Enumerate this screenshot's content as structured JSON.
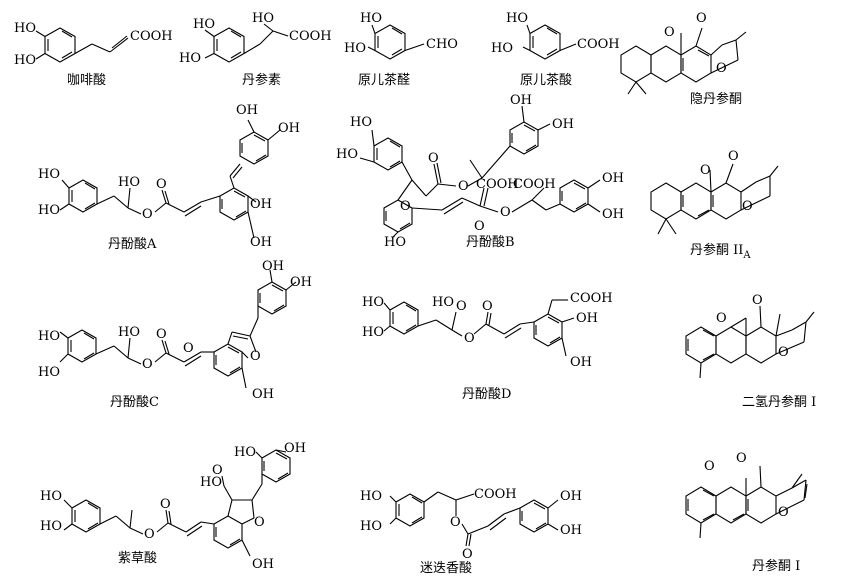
{
  "compounds": [
    {
      "name": "咖啡酸",
      "labels": [
        "HO",
        "HO",
        "COOH"
      ]
    },
    {
      "name": "丹参素",
      "labels": [
        "HO",
        "HO",
        "HO",
        "COOH"
      ]
    },
    {
      "name": "原儿茶醛",
      "labels": [
        "HO",
        "HO",
        "CHO"
      ]
    },
    {
      "name": "原儿茶酸",
      "labels": [
        "HO",
        "HO",
        "COOH"
      ]
    },
    {
      "name": "隐丹参酮",
      "labels": [
        "O",
        "O",
        "O"
      ]
    },
    {
      "name": "丹酚酸A",
      "labels": [
        "OH",
        "OH",
        "HO",
        "HO",
        "HO",
        "O",
        "O",
        "OH",
        "OH"
      ]
    },
    {
      "name": "丹酚酸B",
      "labels": [
        "HO",
        "HO",
        "OH",
        "OH",
        "O",
        "O",
        "O",
        "COOH",
        "COOH",
        "OH",
        "OH",
        "O",
        "O",
        "HO"
      ]
    },
    {
      "name": "丹参酮 II",
      "subscript": "A",
      "labels": [
        "O",
        "O",
        "O"
      ]
    },
    {
      "name": "丹酚酸C",
      "labels": [
        "OH",
        "OH",
        "HO",
        "HO",
        "HO",
        "O",
        "O",
        "O",
        "O",
        "OH"
      ]
    },
    {
      "name": "丹酚酸D",
      "labels": [
        "HO",
        "HO",
        "HO",
        "O",
        "O",
        "COOH",
        "O",
        "OH",
        "OH"
      ]
    },
    {
      "name": "二氢丹参酮 I",
      "labels": [
        "O",
        "O",
        "O"
      ]
    },
    {
      "name": "紫草酸",
      "labels": [
        "OH",
        "HO",
        "HO",
        "HO",
        "HO",
        "O",
        "O",
        "O",
        "O",
        "OH"
      ]
    },
    {
      "name": "迷迭香酸",
      "labels": [
        "HO",
        "HO",
        "COOH",
        "OH",
        "OH",
        "O",
        "O"
      ]
    },
    {
      "name": "丹参酮 I",
      "labels": [
        "O",
        "O",
        "O"
      ]
    }
  ]
}
